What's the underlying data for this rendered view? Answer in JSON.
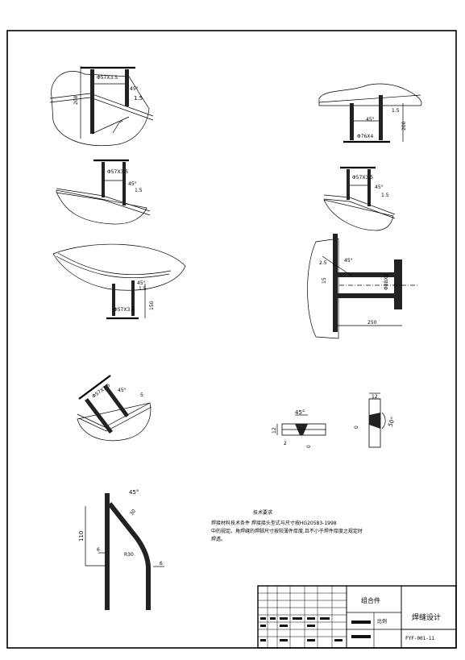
{
  "views": {
    "v1": {
      "pipe": "Φ57X3.5",
      "height": "200",
      "angle": "45°",
      "gap": "1.5"
    },
    "v2": {
      "pipe": "Φ76X4",
      "height": "200",
      "angle": "45°",
      "gap": "1.5"
    },
    "v3": {
      "pipe": "Φ57X3.5",
      "angle": "45°",
      "gap": "1.5"
    },
    "v4": {
      "pipe": "Φ57X3.5",
      "angle": "45°",
      "gap": "1.5"
    },
    "v5": {
      "pipe": "Φ57X3.5",
      "height": "150",
      "angle": "45°",
      "gap": "1.5"
    },
    "v6": {
      "top_dim": "2.5",
      "side_dim": "15",
      "bore": "Φ88X5",
      "length": "250",
      "angle": "45°"
    },
    "v7": {
      "pipe": "Φ57X3.5",
      "angle": "45°",
      "gap": "5"
    },
    "v8": {
      "angle": "45°",
      "depth": "12",
      "gap": "2",
      "tol": "0"
    },
    "v9": {
      "width": "12",
      "tol": "0",
      "angle": "50°"
    },
    "v10": {
      "angle": "45°",
      "height": "110",
      "left": "6",
      "radius": "R30",
      "right": "6",
      "slant": "30"
    }
  },
  "notes": {
    "title": "技术要求",
    "line1": "焊接材料技术条件 焊接接头型式与尺寸按HG20583-1998",
    "line2": "中的规定。角焊缝的焊脚尺寸按较薄件厚度,且不小于焊件厚度之规定时",
    "line3": "焊透。"
  },
  "title_block": {
    "assembly": "组合件",
    "drawing_title": "焊缝设计",
    "drawing_no": "FYF-001-11",
    "ratio_label": "比例"
  }
}
